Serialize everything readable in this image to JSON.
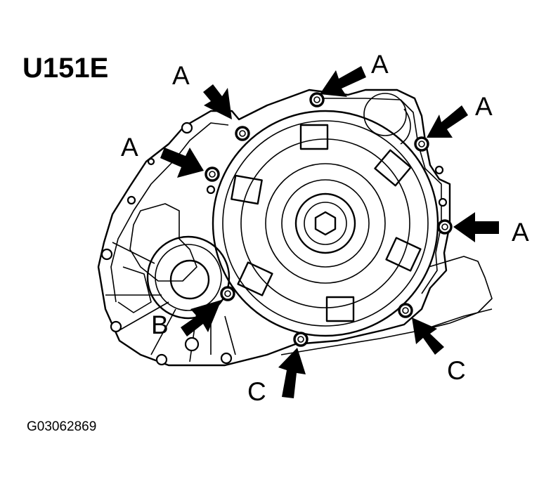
{
  "figure": {
    "model": "U151E",
    "code": "G03062869"
  },
  "callouts": [
    {
      "label": "A",
      "target": "bolt-upper-left-1"
    },
    {
      "label": "A",
      "target": "bolt-upper-left-2"
    },
    {
      "label": "A",
      "target": "bolt-top"
    },
    {
      "label": "A",
      "target": "bolt-upper-right"
    },
    {
      "label": "A",
      "target": "bolt-right"
    },
    {
      "label": "B",
      "target": "bolt-lower-left"
    },
    {
      "label": "C",
      "target": "bolt-bottom-center"
    },
    {
      "label": "C",
      "target": "bolt-bottom-right"
    }
  ]
}
